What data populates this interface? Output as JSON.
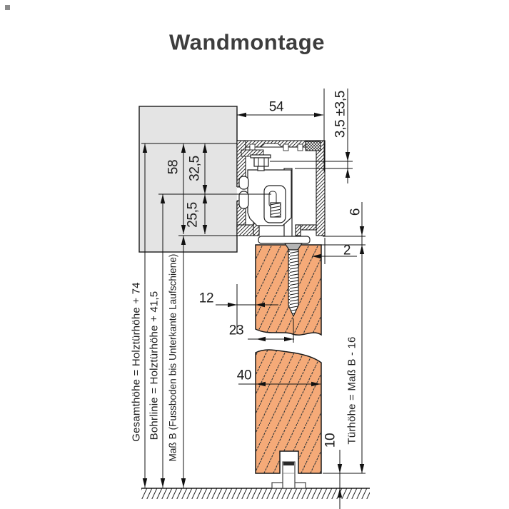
{
  "title": "Wandmontage",
  "dims": {
    "track_width": "54",
    "height_adjust": "3,5 ±3,5",
    "profile_height": "58",
    "top_to_bolt": "32,5",
    "bolt_to_bottom": "25,5",
    "track_door_gap": "6",
    "door_offset": "2",
    "wall_door_gap": "12",
    "edge_to_screw": "23",
    "door_thickness": "40",
    "floor_clearance": "10"
  },
  "labels": {
    "total_height": "Gesamthöhe = Holztürhöhe + 74",
    "drill_line": "Bohrlinie = Holztürhöhe + 41,5",
    "mass_b": "Maß B (Fussboden bis Unterkante Laufschiene)",
    "door_height": "Türhöhe = Maß B - 16"
  },
  "colors": {
    "door_fill": "#f5aa78",
    "wall_fill": "#e4e4e4",
    "line": "#1a1a1a",
    "title": "#3d3d3d"
  }
}
